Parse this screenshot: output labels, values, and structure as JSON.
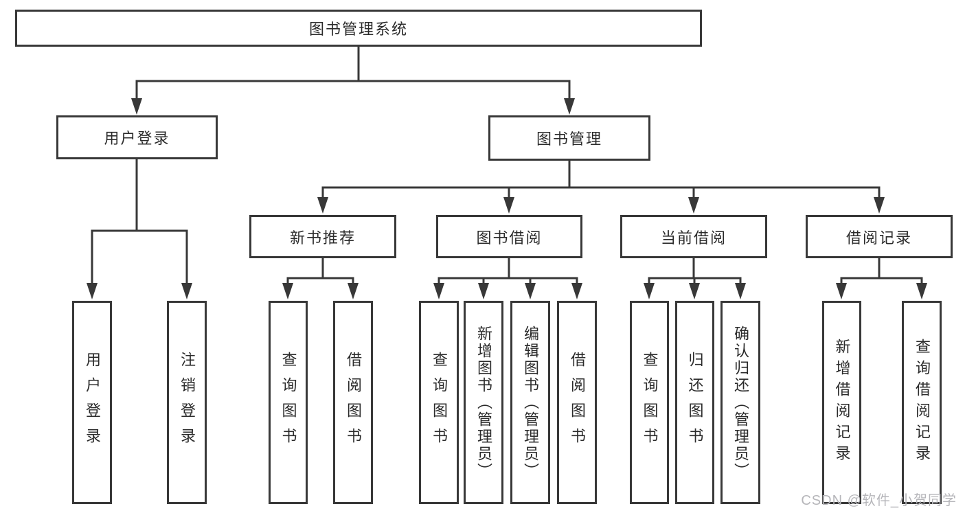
{
  "diagram": {
    "nodes": {
      "root": {
        "label": "图书管理系统"
      },
      "level2": [
        {
          "label": "用户登录"
        },
        {
          "label": "图书管理"
        }
      ],
      "level3": [
        {
          "label": "新书推荐",
          "parent": "图书管理"
        },
        {
          "label": "图书借阅",
          "parent": "图书管理"
        },
        {
          "label": "当前借阅",
          "parent": "图书管理"
        },
        {
          "label": "借阅记录",
          "parent": "图书管理"
        }
      ],
      "leaves": [
        {
          "label": "用户登录",
          "parent": "用户登录"
        },
        {
          "label": "注销登录",
          "parent": "用户登录"
        },
        {
          "label": "查询图书",
          "parent": "新书推荐"
        },
        {
          "label": "借阅图书",
          "parent": "新书推荐"
        },
        {
          "label": "查询图书",
          "parent": "图书借阅"
        },
        {
          "label": "新增图书（管理员）",
          "parent": "图书借阅"
        },
        {
          "label": "编辑图书（管理员）",
          "parent": "图书借阅"
        },
        {
          "label": "借阅图书",
          "parent": "图书借阅"
        },
        {
          "label": "查询图书",
          "parent": "当前借阅"
        },
        {
          "label": "归还图书",
          "parent": "当前借阅"
        },
        {
          "label": "确认归还（管理员）",
          "parent": "当前借阅"
        },
        {
          "label": "新增借阅记录",
          "parent": "借阅记录"
        },
        {
          "label": "查询借阅记录",
          "parent": "借阅记录"
        }
      ]
    },
    "colors": {
      "line": "#383838",
      "box_border": "#383838",
      "text": "#2b2b2b",
      "watermark": "#b6b6ba",
      "background": "#ffffff"
    }
  },
  "watermark": {
    "text": "CSDN @软件_小贺同学"
  }
}
